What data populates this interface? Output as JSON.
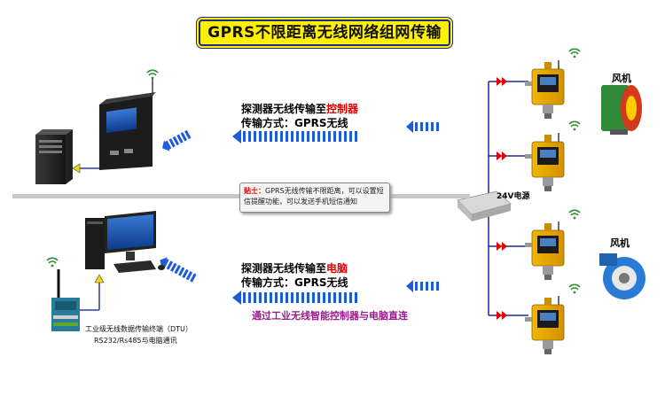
{
  "title": "GPRS不限距离无线网络组网传输",
  "top_path": {
    "line1_prefix": "探测器无线传输至",
    "line1_target": "控制器",
    "line2": "传输方式：GPRS无线"
  },
  "bottom_path": {
    "line1_prefix": "探测器无线传输至",
    "line1_target": "电脑",
    "line2": "传输方式：GPRS无线",
    "caption": "通过工业无线智能控制器与电脑直连"
  },
  "note": {
    "label": "贴士：",
    "text": "GPRS无线传输不限距离，可以设置短信提醒功能，可以发送手机短信通知"
  },
  "dtu": {
    "line1": "工业级无线数据传输终端（DTU）",
    "line2": "RS232/Rs485与电脑通讯"
  },
  "power_supply": "24V电源",
  "fan_top": "风机",
  "fan_bottom": "风机",
  "colors": {
    "arrow_blue": "#1e5bd8",
    "title_bg": "#ffef00",
    "accent_red": "#e40000",
    "line_blue": "#1a2a9a"
  }
}
